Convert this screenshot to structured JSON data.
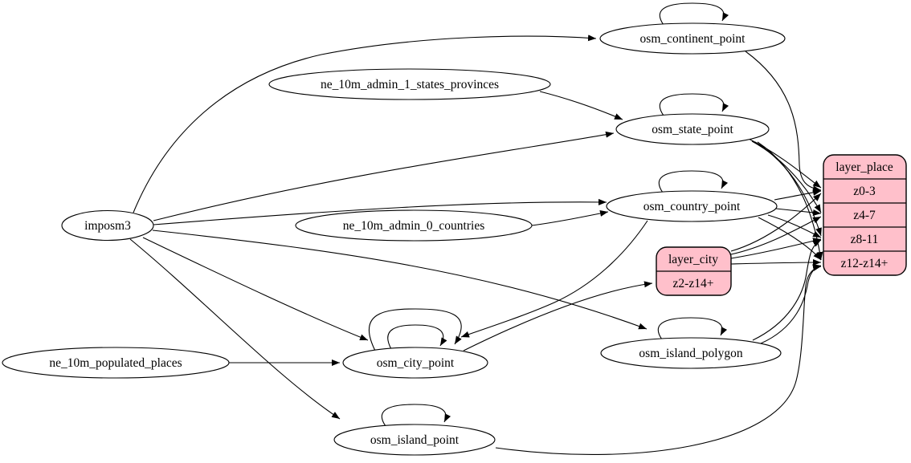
{
  "diagram": {
    "type": "etl-graph",
    "colors": {
      "background": "#ffffff",
      "edge": "#000000",
      "table_fill": "#ffffff",
      "record_fill": "#ffc0cb",
      "border": "#000000"
    },
    "nodes": {
      "imposm3": {
        "label": "imposm3",
        "shape": "ellipse"
      },
      "ne_10m_admin_1_states_provinces": {
        "label": "ne_10m_admin_1_states_provinces",
        "shape": "ellipse"
      },
      "ne_10m_admin_0_countries": {
        "label": "ne_10m_admin_0_countries",
        "shape": "ellipse"
      },
      "ne_10m_populated_places": {
        "label": "ne_10m_populated_places",
        "shape": "ellipse"
      },
      "osm_continent_point": {
        "label": "osm_continent_point",
        "shape": "ellipse"
      },
      "osm_state_point": {
        "label": "osm_state_point",
        "shape": "ellipse"
      },
      "osm_country_point": {
        "label": "osm_country_point",
        "shape": "ellipse"
      },
      "osm_city_point": {
        "label": "osm_city_point",
        "shape": "ellipse"
      },
      "osm_island_polygon": {
        "label": "osm_island_polygon",
        "shape": "ellipse"
      },
      "osm_island_point": {
        "label": "osm_island_point",
        "shape": "ellipse"
      },
      "layer_place": {
        "label": "layer_place",
        "shape": "record",
        "rows": [
          "z0-3",
          "z4-7",
          "z8-11",
          "z12-z14+"
        ]
      },
      "layer_city": {
        "label": "layer_city",
        "shape": "record",
        "rows": [
          "z2-z14+"
        ]
      }
    },
    "edges": [
      {
        "from": "imposm3",
        "to": "osm_continent_point"
      },
      {
        "from": "imposm3",
        "to": "osm_state_point"
      },
      {
        "from": "imposm3",
        "to": "osm_country_point"
      },
      {
        "from": "imposm3",
        "to": "osm_city_point"
      },
      {
        "from": "imposm3",
        "to": "osm_island_polygon"
      },
      {
        "from": "imposm3",
        "to": "osm_island_point"
      },
      {
        "from": "ne_10m_admin_1_states_provinces",
        "to": "osm_state_point"
      },
      {
        "from": "ne_10m_admin_0_countries",
        "to": "osm_country_point"
      },
      {
        "from": "ne_10m_populated_places",
        "to": "osm_city_point"
      },
      {
        "from": "osm_continent_point",
        "to": "osm_continent_point"
      },
      {
        "from": "osm_state_point",
        "to": "osm_state_point"
      },
      {
        "from": "osm_country_point",
        "to": "osm_country_point"
      },
      {
        "from": "osm_city_point",
        "to": "osm_city_point"
      },
      {
        "from": "osm_city_point",
        "to": "osm_city_point"
      },
      {
        "from": "osm_island_polygon",
        "to": "osm_island_polygon"
      },
      {
        "from": "osm_island_point",
        "to": "osm_island_point"
      },
      {
        "from": "osm_country_point",
        "to": "osm_city_point"
      },
      {
        "from": "osm_city_point",
        "to": "layer_city:z2-z14+"
      },
      {
        "from": "osm_continent_point",
        "to": "layer_place:z0-3"
      },
      {
        "from": "osm_state_point",
        "to": "layer_place:z0-3"
      },
      {
        "from": "osm_state_point",
        "to": "layer_place:z4-7"
      },
      {
        "from": "osm_state_point",
        "to": "layer_place:z8-11"
      },
      {
        "from": "osm_state_point",
        "to": "layer_place:z12-z14+"
      },
      {
        "from": "osm_country_point",
        "to": "layer_place:z0-3"
      },
      {
        "from": "osm_country_point",
        "to": "layer_place:z4-7"
      },
      {
        "from": "osm_country_point",
        "to": "layer_place:z8-11"
      },
      {
        "from": "osm_country_point",
        "to": "layer_place:z12-z14+"
      },
      {
        "from": "layer_city",
        "to": "layer_place:z0-3"
      },
      {
        "from": "layer_city",
        "to": "layer_place:z4-7"
      },
      {
        "from": "layer_city",
        "to": "layer_place:z8-11"
      },
      {
        "from": "layer_city",
        "to": "layer_place:z12-z14+"
      },
      {
        "from": "osm_island_polygon",
        "to": "layer_place:z8-11"
      },
      {
        "from": "osm_island_polygon",
        "to": "layer_place:z12-z14+"
      },
      {
        "from": "osm_island_point",
        "to": "layer_place:z12-z14+"
      }
    ]
  }
}
